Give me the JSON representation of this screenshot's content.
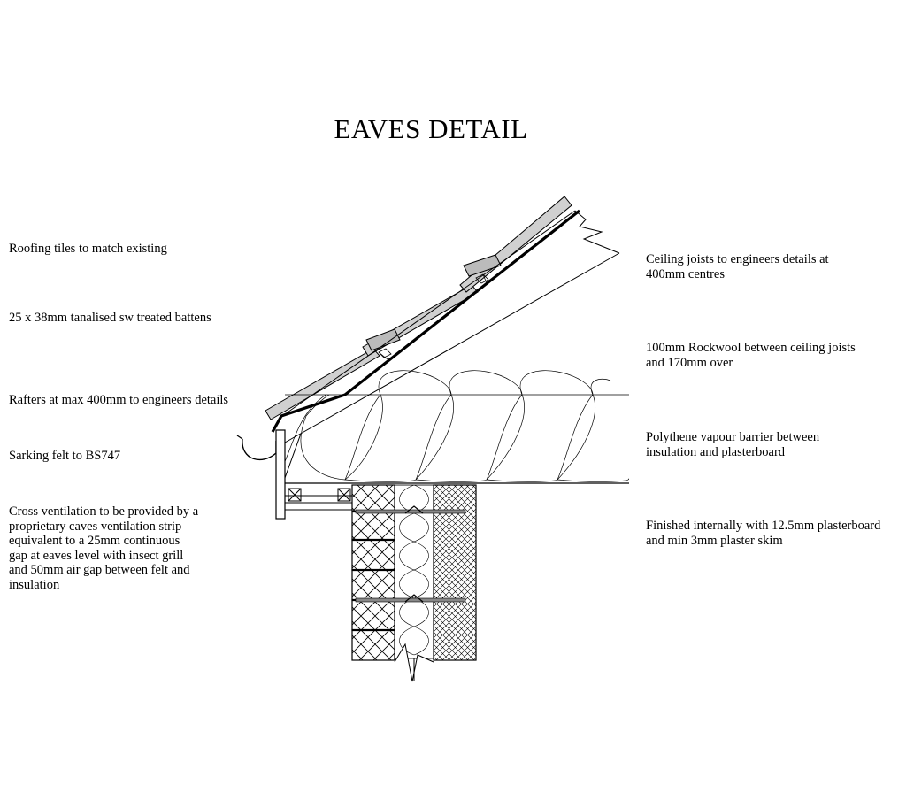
{
  "title": "EAVES DETAIL",
  "notes_left": {
    "roofing_tiles": "Roofing tiles to match existing",
    "battens": "25 x 38mm tanalised sw treated battens",
    "rafters": "Rafters at max 400mm to engineers details",
    "sarking_felt": "Sarking felt to BS747",
    "cross_ventilation": "Cross ventilation to be provided by a\nproprietary caves ventilation strip\nequivalent to a 25mm continuous\ngap at eaves level with insect grill\nand 50mm air gap between felt and\ninsulation"
  },
  "notes_right": {
    "ceiling_joists": "Ceiling joists to engineers details at\n400mm centres",
    "rockwool": "100mm Rockwool between ceiling joists\nand 170mm over",
    "vapour_barrier": "Polythene vapour barrier between\ninsulation and plasterboard",
    "plasterboard": "Finished internally with 12.5mm plasterboard\nand min 3mm plaster skim"
  },
  "colors": {
    "line": "#000000",
    "tile_fill": "#d0d0d0",
    "thin_line": "#555555"
  }
}
